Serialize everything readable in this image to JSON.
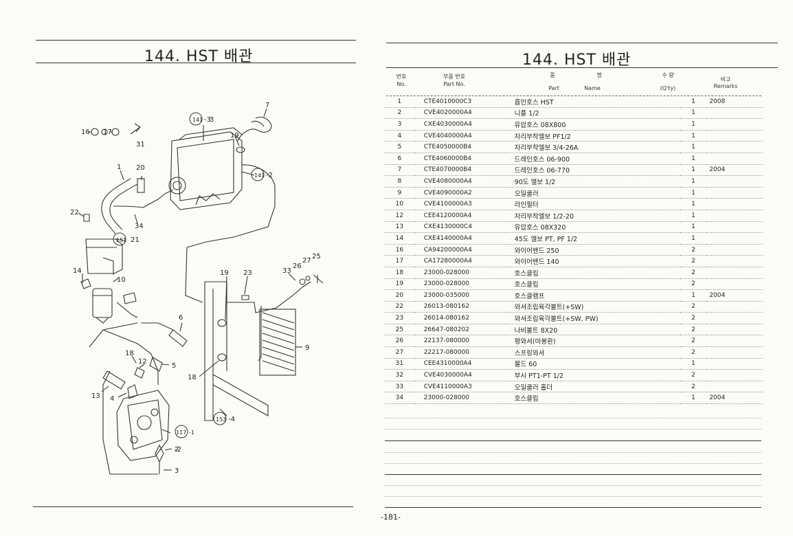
{
  "left_page": {
    "title": "144. HST 배관",
    "callouts": [
      "16",
      "17",
      "31",
      "1",
      "20",
      "22",
      "34",
      "21",
      "14",
      "10",
      "7",
      "3",
      "19",
      "2",
      "23",
      "33",
      "26",
      "27",
      "25",
      "6",
      "9",
      "18",
      "12",
      "5",
      "13",
      "4",
      "117",
      "-1",
      "151",
      "141",
      "-3",
      "-2",
      "153",
      "-4"
    ]
  },
  "right_page": {
    "title": "144. HST 배관",
    "headers": {
      "no_ko": "번호",
      "no_en": "No.",
      "part_ko": "부품 번호",
      "part_en": "Part  No.",
      "name_ko_1": "품",
      "name_ko_2": "명",
      "name_en_part": "Part",
      "name_en_name": "Name",
      "qty_ko": "수 량",
      "qty_en": "(Q'ty)",
      "remarks_ko": "비고",
      "remarks_en": "Remarks"
    },
    "rows": [
      {
        "no": "1",
        "part": "CTE4010000C3",
        "name": "흡인호스 HST",
        "qty": "1",
        "remarks": "2008"
      },
      {
        "no": "2",
        "part": "CVE4020000A4",
        "name": "니플 1/2",
        "qty": "1",
        "remarks": ""
      },
      {
        "no": "3",
        "part": "CXE4030000A4",
        "name": "유압호스 08X800",
        "qty": "1",
        "remarks": ""
      },
      {
        "no": "4",
        "part": "CVE4040000A4",
        "name": "자리부착엘보 PF1/2",
        "qty": "1",
        "remarks": ""
      },
      {
        "no": "5",
        "part": "CTE4050000B4",
        "name": "자리부착엘보 3/4-26A",
        "qty": "1",
        "remarks": ""
      },
      {
        "no": "6",
        "part": "CTE4060000B4",
        "name": "드레인호스 06-900",
        "qty": "1",
        "remarks": ""
      },
      {
        "no": "7",
        "part": "CTE4070000B4",
        "name": "드레인호스 06-770",
        "qty": "1",
        "remarks": "2004"
      },
      {
        "no": "8",
        "part": "CVE4080000A4",
        "name": "90도 엘보 1/2",
        "qty": "1",
        "remarks": ""
      },
      {
        "no": "9",
        "part": "CVE4090000A2",
        "name": "오일쿨러",
        "qty": "1",
        "remarks": ""
      },
      {
        "no": "10",
        "part": "CVE4100000A3",
        "name": "라인필터",
        "qty": "1",
        "remarks": ""
      },
      {
        "no": "12",
        "part": "CEE4120000A4",
        "name": "자리부착엘보 1/2-20",
        "qty": "1",
        "remarks": ""
      },
      {
        "no": "13",
        "part": "CXE4130000C4",
        "name": "유압호스 08X320",
        "qty": "1",
        "remarks": ""
      },
      {
        "no": "14",
        "part": "CXE4140000A4",
        "name": "45도 엘보 PT, PF 1/2",
        "qty": "1",
        "remarks": ""
      },
      {
        "no": "16",
        "part": "CA94200000A4",
        "name": "와이어밴드 250",
        "qty": "2",
        "remarks": ""
      },
      {
        "no": "17",
        "part": "CA17280000A4",
        "name": "와이어밴드 140",
        "qty": "2",
        "remarks": ""
      },
      {
        "no": "18",
        "part": "23000-028000",
        "name": "호스클립",
        "qty": "2",
        "remarks": ""
      },
      {
        "no": "19",
        "part": "23000-028000",
        "name": "호스클립",
        "qty": "2",
        "remarks": ""
      },
      {
        "no": "20",
        "part": "23000-035000",
        "name": "호스클램프",
        "qty": "1",
        "remarks": "2004"
      },
      {
        "no": "22",
        "part": "26013-080162",
        "name": "와셔조립육각볼트(+SW)",
        "qty": "2",
        "remarks": ""
      },
      {
        "no": "23",
        "part": "26014-080162",
        "name": "와셔조립육각볼트(+SW, PW)",
        "qty": "2",
        "remarks": ""
      },
      {
        "no": "25",
        "part": "26647-080202",
        "name": "나비볼트 8X20",
        "qty": "2",
        "remarks": ""
      },
      {
        "no": "26",
        "part": "22137-080000",
        "name": "평와셔(마봉환)",
        "qty": "2",
        "remarks": ""
      },
      {
        "no": "27",
        "part": "22217-080000",
        "name": "스프링와셔",
        "qty": "2",
        "remarks": ""
      },
      {
        "no": "31",
        "part": "CEE4310000A4",
        "name": "몰드 60",
        "qty": "1",
        "remarks": ""
      },
      {
        "no": "32",
        "part": "CVE4030000A4",
        "name": "부시 PT1-PT 1/2",
        "qty": "2",
        "remarks": ""
      },
      {
        "no": "33",
        "part": "CVE4110000A3",
        "name": "오일쿨러 홀더",
        "qty": "2",
        "remarks": ""
      },
      {
        "no": "34",
        "part": "23000-028000",
        "name": "호스클립",
        "qty": "1",
        "remarks": "2004"
      }
    ],
    "page_number": "-181-"
  }
}
